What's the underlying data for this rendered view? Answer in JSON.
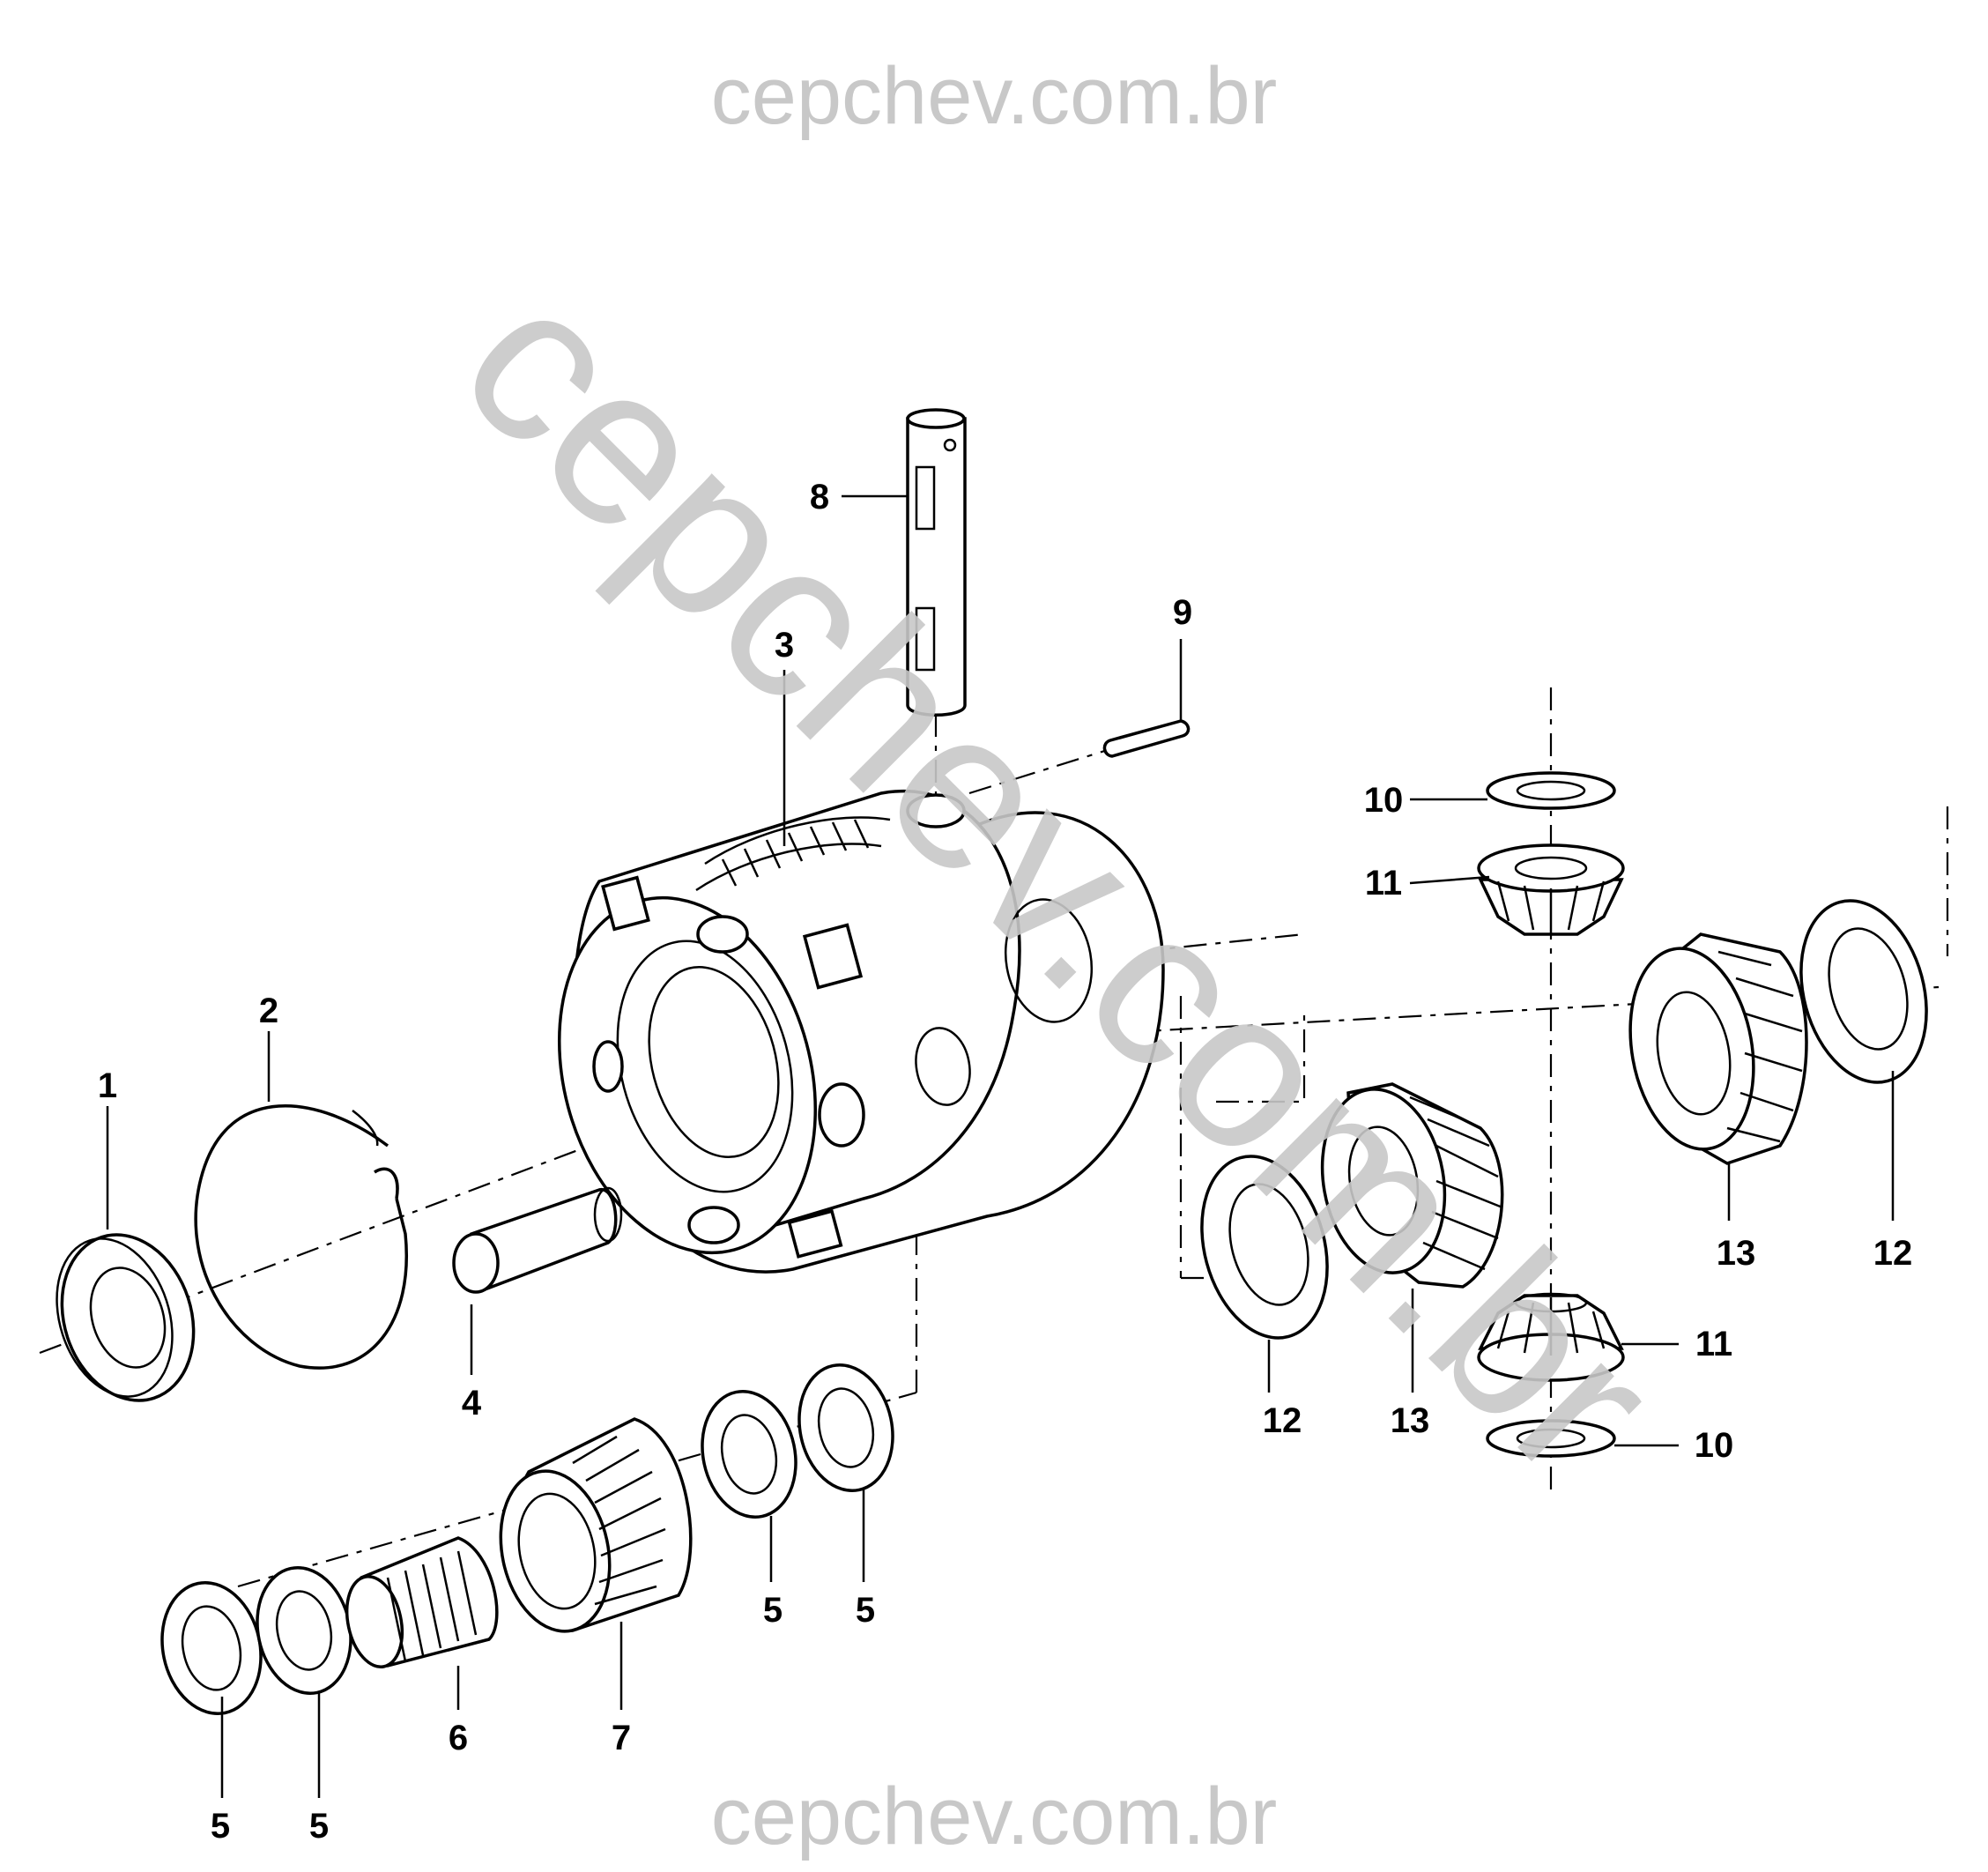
{
  "watermark": {
    "top": "cepchev.com.br",
    "bottom": "cepchev.com.br",
    "diagonal": "cepchev.com.br"
  },
  "callouts": {
    "c1": "1",
    "c2": "2",
    "c3": "3",
    "c4": "4",
    "c5a": "5",
    "c5b": "5",
    "c5c": "5",
    "c5d": "5",
    "c6": "6",
    "c7": "7",
    "c8": "8",
    "c9": "9",
    "c10a": "10",
    "c10b": "10",
    "c11a": "11",
    "c11b": "11",
    "c12a": "12",
    "c12b": "12",
    "c13a": "13",
    "c13b": "13"
  }
}
